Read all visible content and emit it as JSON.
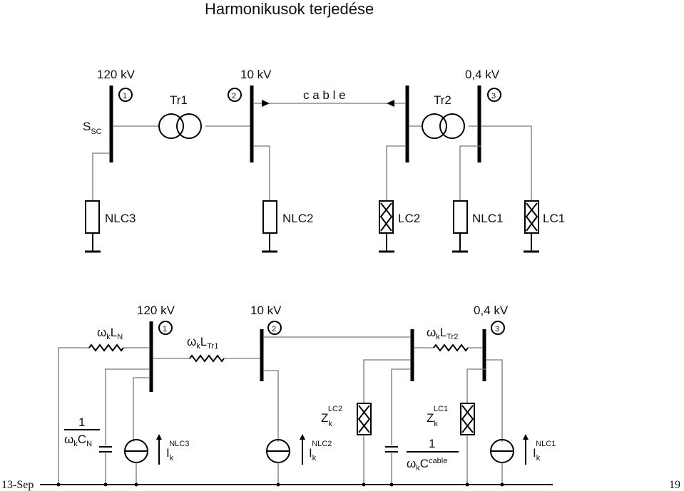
{
  "title": "Harmonikusok terjedése",
  "footer": {
    "date": "13-Sep",
    "page": "19"
  },
  "top": {
    "bus_voltages": [
      "120 kV",
      "10 kV",
      "0,4 kV"
    ],
    "node_numbers": [
      "1",
      "2",
      "3"
    ],
    "source_main": "S",
    "source_sub": "SC",
    "transformers": [
      "Tr1",
      "Tr2"
    ],
    "cable_label": "c a b l e",
    "loads": [
      "NLC3",
      "NLC2",
      "LC2",
      "NLC1",
      "LC1"
    ]
  },
  "bottom": {
    "bus_voltages": [
      "120 kV",
      "10 kV",
      "0,4 kV"
    ],
    "node_numbers": [
      "1",
      "2",
      "3"
    ],
    "omega": "ω",
    "k": "k",
    "L": "L",
    "ln_sub": "N",
    "ltr1_sub": "Tr1",
    "ltr2_sub": "Tr2",
    "one": "1",
    "C": "C",
    "cn_sub": "N",
    "cable_sup": "cable",
    "Z": "Z",
    "z_lc2_sup": "LC2",
    "z_lc1_sup": "LC1",
    "I": "I",
    "i_sups": [
      "NLC3",
      "NLC2",
      "NLC1"
    ]
  }
}
